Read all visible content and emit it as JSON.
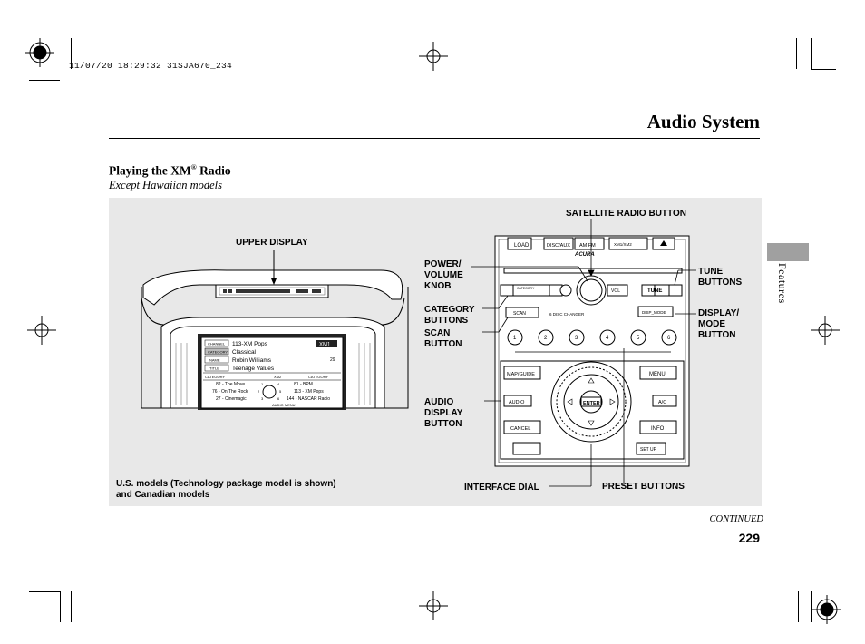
{
  "print_stamp": "11/07/20 18:29:32 31SJA670_234",
  "page_title": "Audio System",
  "section": {
    "heading_prefix": "Playing the XM",
    "heading_reg": "®",
    "heading_suffix": " Radio",
    "subheading": "Except Hawaiian models"
  },
  "side_tab_label": "Features",
  "continued_label": "CONTINUED",
  "page_number": "229",
  "left_figure": {
    "callout_upper_display": "UPPER DISPLAY",
    "caption_line1": "U.S. models (Technology package model is shown)",
    "caption_line2": "and Canadian models",
    "screen": {
      "fields": [
        {
          "tag": "CHANNEL",
          "value": "113-XM Pops"
        },
        {
          "tag": "CATEGORY",
          "value": "Classical"
        },
        {
          "tag": "NAME",
          "value": "Robin Williams"
        },
        {
          "tag": "TITLE",
          "value": "Teenage Values"
        }
      ],
      "band_badge": "XM1",
      "counter": "29",
      "nav_left": "CATEGORY",
      "nav_mid": "XM2",
      "nav_right": "CATEGORY",
      "presets_left": [
        {
          "label": "82 - The Move",
          "num": "1"
        },
        {
          "label": "76 - On The Rock",
          "num": "2"
        },
        {
          "label": "27 - Cinemagic",
          "num": "3"
        }
      ],
      "presets_right": [
        {
          "label": "81 - BPM",
          "num": "4"
        },
        {
          "label": "113 - XM Pops",
          "num": "5"
        },
        {
          "label": "144 - NASCAR Radio",
          "num": "6"
        }
      ],
      "bottom_label": "AUDIO MENU"
    }
  },
  "right_figure": {
    "callouts": {
      "satellite": "SATELLITE RADIO BUTTON",
      "power": [
        "POWER/",
        "VOLUME",
        "KNOB"
      ],
      "tune": [
        "TUNE",
        "BUTTONS"
      ],
      "category": [
        "CATEGORY",
        "BUTTONS"
      ],
      "display_mode": [
        "DISPLAY/",
        "MODE",
        "BUTTON"
      ],
      "scan": [
        "SCAN",
        "BUTTON"
      ],
      "audio_display": [
        "AUDIO",
        "DISPLAY",
        "BUTTON"
      ],
      "interface_dial": "INTERFACE DIAL",
      "preset": "PRESET BUTTONS"
    },
    "unit": {
      "top_buttons": [
        "LOAD",
        "DISC/AUX",
        "AM FM",
        "XM1/XM2"
      ],
      "brand": "ACURA",
      "category_btn": "CATEGORY",
      "vol": "VOL",
      "tune": "TUNE",
      "scan": "SCAN",
      "changer": "6 DISC CHANGER",
      "disp_mode": "DISP_MODE",
      "presets": [
        "1",
        "2",
        "3",
        "4",
        "5",
        "6"
      ],
      "map_guide": "MAP/GUIDE",
      "menu": "MENU",
      "audio": "AUDIO",
      "ac": "A/C",
      "cancel": "CANCEL",
      "info": "INFO",
      "setup": "SET UP",
      "enter": "ENTER"
    }
  }
}
